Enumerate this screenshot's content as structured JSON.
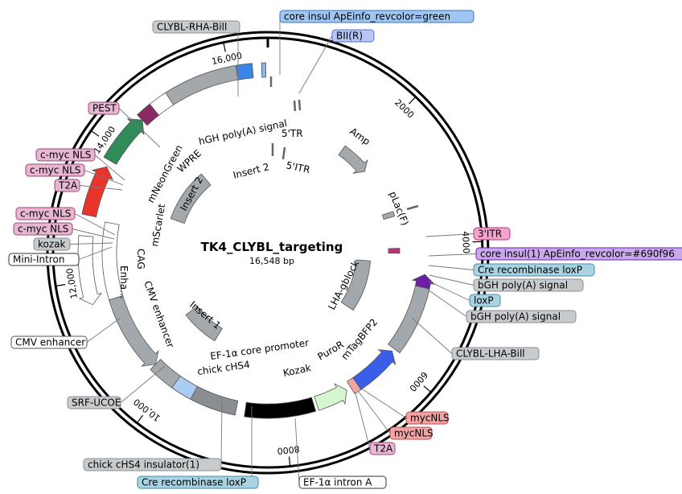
{
  "plasmid": {
    "name": "TK4_CLYBL_targeting",
    "size_label": "16,548 bp",
    "length_bp": 16548
  },
  "ticks": [
    {
      "bp": 0,
      "label": ""
    },
    {
      "bp": 2000,
      "label": "2000"
    },
    {
      "bp": 4000,
      "label": "4000"
    },
    {
      "bp": 6000,
      "label": "6000"
    },
    {
      "bp": 8000,
      "label": "8000"
    },
    {
      "bp": 10000,
      "label": "10,000"
    },
    {
      "bp": 12000,
      "label": "12,000"
    },
    {
      "bp": 14000,
      "label": "14,000"
    },
    {
      "bp": 16000,
      "label": "16,000"
    }
  ],
  "features": [
    {
      "id": "hgh-polya",
      "label": "hGH poly(A) signal",
      "start": 15000,
      "end": 16200,
      "ring": "outer",
      "dir": 0,
      "color": "#a3a8ad"
    },
    {
      "id": "core-insul-a",
      "label": "",
      "start": 16100,
      "end": 16330,
      "ring": "outer",
      "dir": 0,
      "color": "#3a86e8"
    },
    {
      "id": "bii-r",
      "label": "",
      "start": 16460,
      "end": 16520,
      "ring": "outer",
      "dir": 0,
      "color": "#8ab4ee"
    },
    {
      "id": "amp",
      "label": "Amp",
      "start": 1650,
      "end": 2300,
      "ring": "inner",
      "dir": 1,
      "color": "#a3a8ad"
    },
    {
      "id": "plac-f",
      "label": "pLac(F)",
      "start": 3300,
      "end": 3400,
      "ring": "inner",
      "dir": 0,
      "color": "#a3a8ad"
    },
    {
      "id": "three-itr",
      "label": "",
      "start": 4050,
      "end": 4150,
      "ring": "inner",
      "dir": 0,
      "color": "#c0307a"
    },
    {
      "id": "core-insul-1",
      "label": "",
      "start": 4500,
      "end": 4720,
      "ring": "mid",
      "dir": -1,
      "color": "#6a1fa5"
    },
    {
      "id": "clybl-lha",
      "label": "",
      "start": 4720,
      "end": 5850,
      "ring": "mid",
      "dir": 0,
      "color": "#a3a8ad"
    },
    {
      "id": "lha-gblock",
      "label": "LHA-gblock",
      "start": 4350,
      "end": 5700,
      "ring": "inner2",
      "dir": 0,
      "color": "#a3a8ad"
    },
    {
      "id": "mtagbfp2",
      "label": "mTagBFP2",
      "start": 5900,
      "end": 6700,
      "ring": "mid",
      "dir": -1,
      "color": "#3b5ee8"
    },
    {
      "id": "mycnls-b",
      "label": "",
      "start": 6700,
      "end": 6820,
      "ring": "mid",
      "dir": 0,
      "color": "#f2a3a3"
    },
    {
      "id": "puror",
      "label": "PuroR",
      "start": 6900,
      "end": 7450,
      "ring": "mid",
      "dir": -1,
      "color": "#d6f6d0"
    },
    {
      "id": "ef1a-intron",
      "label": "EF-1α core promoter",
      "start": 7500,
      "end": 8650,
      "ring": "mid",
      "dir": 0,
      "color": "#000000"
    },
    {
      "id": "chick-chs4",
      "label": "chick cHS4",
      "start": 8800,
      "end": 10350,
      "ring": "mid",
      "dir": 0,
      "color": "#a3a8ad"
    },
    {
      "id": "chs4-blue",
      "label": "",
      "start": 9550,
      "end": 9900,
      "ring": "mid",
      "dir": 0,
      "color": "#a9ccf2"
    },
    {
      "id": "chs4-dark",
      "label": "",
      "start": 8800,
      "end": 9550,
      "ring": "mid",
      "dir": 0,
      "color": "#8a8e93"
    },
    {
      "id": "insert-1",
      "label": "Insert 1",
      "start": 9700,
      "end": 10700,
      "ring": "inner2",
      "dir": 0,
      "color": "#a3a8ad"
    },
    {
      "id": "cmv-enh",
      "label": "CMV enhancer",
      "start": 10350,
      "end": 11650,
      "ring": "mid",
      "dir": -1,
      "color": "#a3a8ad"
    },
    {
      "id": "enha",
      "label": "Enha...",
      "start": 11650,
      "end": 12650,
      "ring": "outer",
      "dir": -1,
      "color": "#ffffff"
    },
    {
      "id": "cag",
      "label": "CAG",
      "start": 11650,
      "end": 12900,
      "ring": "mid",
      "dir": 0,
      "color": "#ffffff"
    },
    {
      "id": "mscarlet",
      "label": "mScarlet",
      "start": 12950,
      "end": 13700,
      "ring": "outer",
      "dir": 1,
      "color": "#e8342a"
    },
    {
      "id": "mneongreen",
      "label": "mNeonGreen",
      "start": 13800,
      "end": 14550,
      "ring": "outer",
      "dir": 1,
      "color": "#2f8b57"
    },
    {
      "id": "pest",
      "label": "",
      "start": 14550,
      "end": 14780,
      "ring": "outer",
      "dir": 0,
      "color": "#8a2a62"
    },
    {
      "id": "wpre",
      "label": "WPRE",
      "start": 14780,
      "end": 15050,
      "ring": "outer",
      "dir": 0,
      "color": "#ffffff"
    },
    {
      "id": "insert-2",
      "label": "Insert 2",
      "start": 13300,
      "end": 14700,
      "ring": "inner2",
      "dir": 0,
      "color": "#a3a8ad"
    }
  ],
  "inner_labels": [
    {
      "id": "five-tr",
      "text": "5'TR",
      "bp": 16420
    },
    {
      "id": "five-itr",
      "text": "5'ITR",
      "bp": 16380
    },
    {
      "id": "insert2-text",
      "text": "Insert 2",
      "bp": 14900
    }
  ],
  "callouts": [
    {
      "id": "clybl-rha-bill",
      "text": "CLYBL-RHA-Bill",
      "color": "#c8cbce",
      "border": "#8a8e93"
    },
    {
      "id": "core-insul-green",
      "text": "core insul ApEinfo_revcolor=green",
      "color": "#9fc6f2",
      "border": "#3a76c8"
    },
    {
      "id": "bii-r",
      "text": "BII(R)",
      "color": "#b7c7f5",
      "border": "#5a6fd8"
    },
    {
      "id": "pest",
      "text": "PEST",
      "color": "#e7b7d2",
      "border": "#9a4a7a"
    },
    {
      "id": "c-myc-nls-1",
      "text": "c-myc NLS",
      "color": "#e7b7d2",
      "border": "#9a4a7a"
    },
    {
      "id": "c-myc-nls-2",
      "text": "c-myc NLS",
      "color": "#e7b7d2",
      "border": "#9a4a7a"
    },
    {
      "id": "t2a-left",
      "text": "T2A",
      "color": "#e7b7d2",
      "border": "#9a4a7a"
    },
    {
      "id": "c-myc-nls-3",
      "text": "c-myc NLS",
      "color": "#e7b7d2",
      "border": "#9a4a7a"
    },
    {
      "id": "c-myc-nls-4",
      "text": "c-myc NLS",
      "color": "#e7b7d2",
      "border": "#9a4a7a"
    },
    {
      "id": "kozak-left",
      "text": "kozak",
      "color": "#c8cbce",
      "border": "#8a8e93"
    },
    {
      "id": "mini-intron",
      "text": "Mini-Intron",
      "color": "#ffffff",
      "border": "#333333"
    },
    {
      "id": "cmv-enhancer",
      "text": "CMV enhancer",
      "color": "#ffffff",
      "border": "#555555"
    },
    {
      "id": "srf-ucoe",
      "text": "SRF-UCOE",
      "color": "#c8cbce",
      "border": "#8a8e93"
    },
    {
      "id": "chick-chs4-ins",
      "text": "chick cHS4 insulator(1)",
      "color": "#c8cbce",
      "border": "#8a8e93"
    },
    {
      "id": "cre-loxp-bottom",
      "text": "Cre recombinase loxP",
      "color": "#a9d3e0",
      "border": "#4a8aa8"
    },
    {
      "id": "ef1a-intron-a",
      "text": "EF-1α intron A",
      "color": "#ffffff",
      "border": "#333333"
    },
    {
      "id": "mycnls-1",
      "text": "mycNLS",
      "color": "#f2a3a3",
      "border": "#c05050"
    },
    {
      "id": "mycnls-2",
      "text": "mycNLS",
      "color": "#f2a3a3",
      "border": "#c05050"
    },
    {
      "id": "t2a-bottom",
      "text": "T2A",
      "color": "#e7b7d2",
      "border": "#9a4a7a"
    },
    {
      "id": "clybl-lha-bill",
      "text": "CLYBL-LHA-Bill",
      "color": "#c8cbce",
      "border": "#8a8e93"
    },
    {
      "id": "three-itr",
      "text": "3'ITR",
      "color": "#f5a3cc",
      "border": "#c0307a"
    },
    {
      "id": "core-insul-690",
      "text": "core insul(1) ApEinfo_revcolor=#690f96",
      "color": "#c9a9ec",
      "border": "#6a1fa5"
    },
    {
      "id": "cre-loxp-right",
      "text": "Cre recombinase loxP",
      "color": "#a9d3e0",
      "border": "#4a8aa8"
    },
    {
      "id": "bgh-polya-1",
      "text": "bGH poly(A) signal",
      "color": "#c8cbce",
      "border": "#8a8e93"
    },
    {
      "id": "loxp",
      "text": "loxP",
      "color": "#a9d3e0",
      "border": "#4a8aa8"
    },
    {
      "id": "bgh-polya-2",
      "text": "bGH poly(A) signal",
      "color": "#c8cbce",
      "border": "#8a8e93"
    }
  ],
  "feature_text": [
    {
      "id": "hgh-text",
      "text": "hGH poly(A) signal"
    },
    {
      "id": "five-tr-text",
      "text": "5'TR"
    },
    {
      "id": "wpre-text",
      "text": "WPRE"
    },
    {
      "id": "mneongreen-text",
      "text": "mNeonGreen"
    },
    {
      "id": "insert2-arc-text",
      "text": "Insert 2"
    },
    {
      "id": "insert2-small-text",
      "text": "Insert 2"
    },
    {
      "id": "five-itr-text",
      "text": "5'ITR"
    },
    {
      "id": "amp-text",
      "text": "Amp"
    },
    {
      "id": "plac-text",
      "text": "pLac(F)"
    },
    {
      "id": "mscarlet-text",
      "text": "mScarlet"
    },
    {
      "id": "cag-text",
      "text": "CAG"
    },
    {
      "id": "enha-text",
      "text": "Enha..."
    },
    {
      "id": "cmv-inner-text",
      "text": "CMV enhancer"
    },
    {
      "id": "insert1-text",
      "text": "Insert 1"
    },
    {
      "id": "lha-gblock-text",
      "text": "LHA-gblock"
    },
    {
      "id": "ef1a-core-text",
      "text": "EF-1α core promoter"
    },
    {
      "id": "chick-chs4-text",
      "text": "chick cHS4"
    },
    {
      "id": "kozak-text",
      "text": "Kozak"
    },
    {
      "id": "puror-text",
      "text": "PuroR"
    },
    {
      "id": "mtagbfp2-text",
      "text": "mTagBFP2"
    }
  ]
}
